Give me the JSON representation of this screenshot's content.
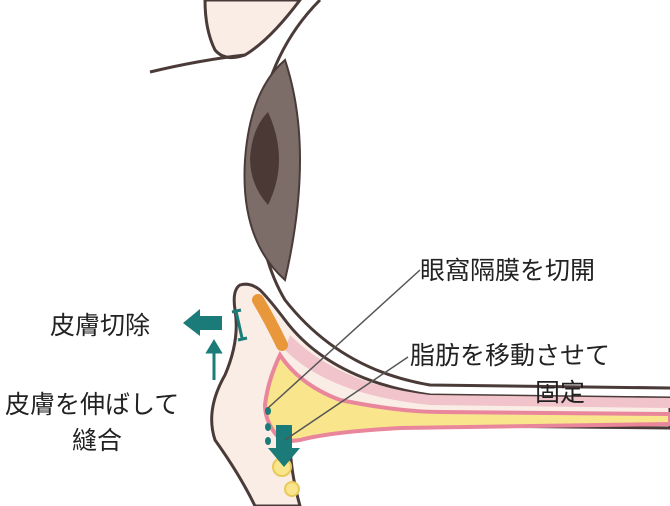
{
  "labels": {
    "septum_incision": "眼窩隔膜を切開",
    "fat_move_line1": "脂肪を移動させて",
    "fat_move_line2": "固定",
    "skin_excision": "皮膚切除",
    "skin_stretch_line1": "皮膚を伸ばして",
    "skin_stretch_line2": "縫合"
  },
  "colors": {
    "teal": "#1b7b78",
    "skin": "#f9ede6",
    "outline": "#4a3b39",
    "iris": "#7c6d69",
    "pupil": "#4b3936",
    "orange": "#e8973b",
    "pink": "#e9869b",
    "yellow": "#f8e58c",
    "light_pink": "#f1c3cb"
  }
}
